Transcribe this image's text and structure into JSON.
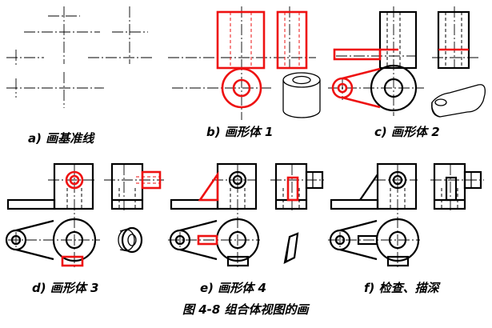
{
  "captions": {
    "a": "a) 画基准线",
    "b": "b) 画形体 1",
    "c": "c) 画形体 2",
    "d": "d) 画形体 3",
    "e": "e) 画形体 4",
    "f": "f) 检查、描深"
  },
  "figure_title": "图 4-8 组合体视图的画",
  "colors": {
    "highlight": "#ee1111",
    "line": "#000000",
    "background": "#ffffff"
  }
}
